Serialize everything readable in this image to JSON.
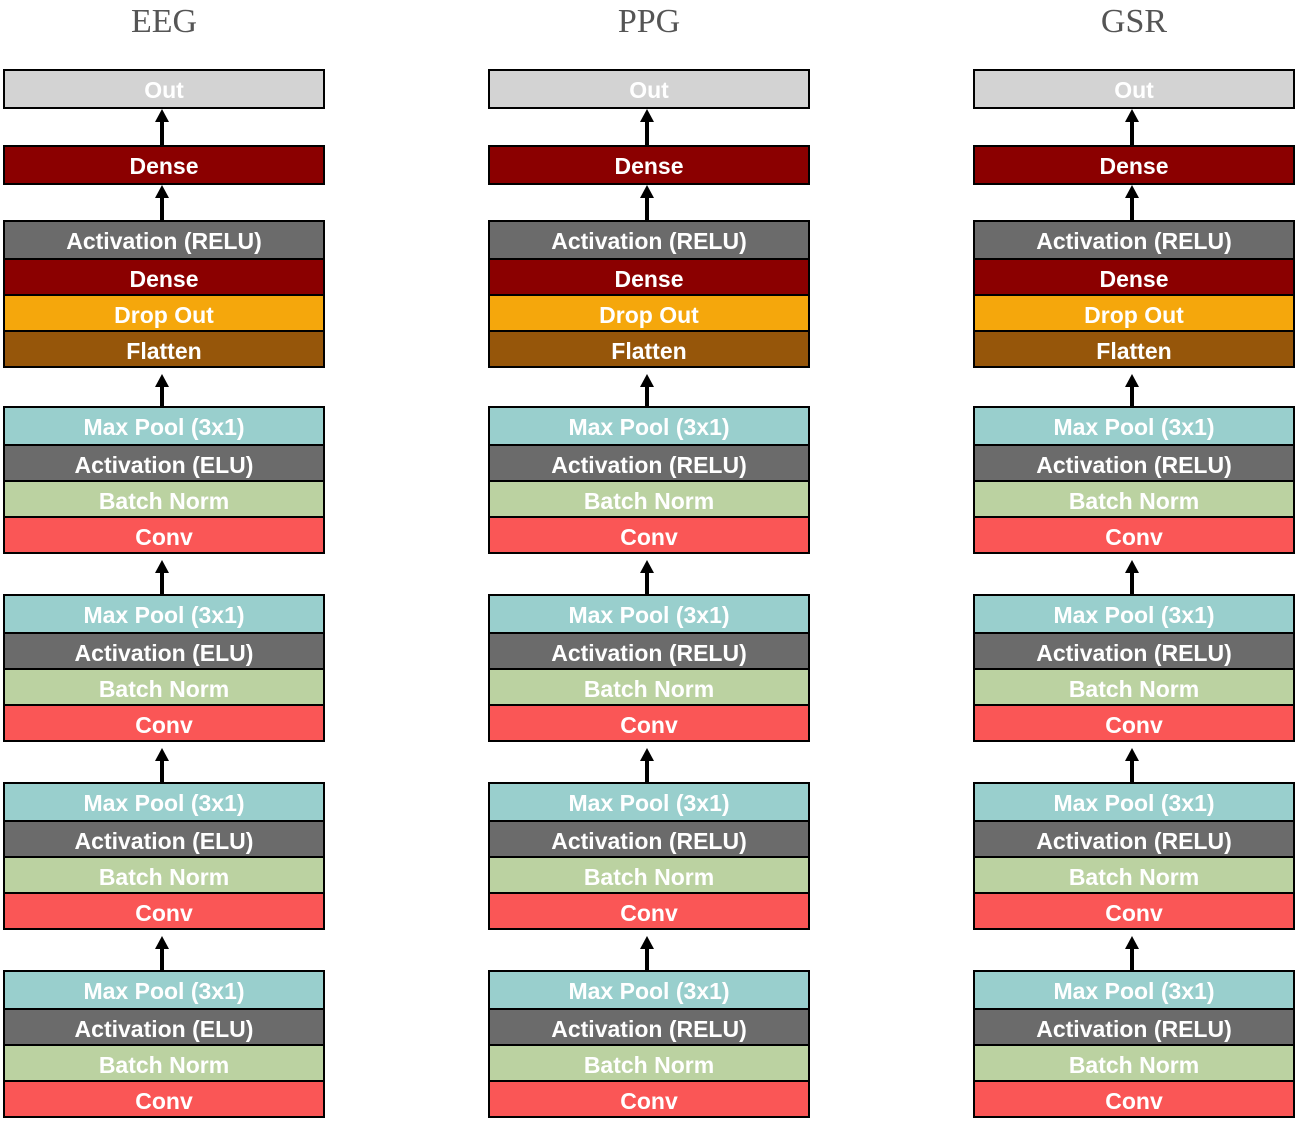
{
  "layer_colors": {
    "out": "#d3d3d3",
    "dense": "#8b0000",
    "activation": "#6b6b6b",
    "dropout": "#f5a70c",
    "flatten": "#96560a",
    "maxpool": "#99cfcd",
    "batchnorm": "#bbd2a1",
    "conv": "#fa5656"
  },
  "columns": [
    {
      "title": "EEG",
      "out": [
        {
          "label": "Out",
          "type": "out"
        }
      ],
      "dense_top": [
        {
          "label": "Dense",
          "type": "dense"
        }
      ],
      "head": [
        {
          "label": "Activation (RELU)",
          "type": "activation"
        },
        {
          "label": "Dense",
          "type": "dense"
        },
        {
          "label": "Drop Out",
          "type": "dropout"
        },
        {
          "label": "Flatten",
          "type": "flatten"
        }
      ],
      "conv_blocks": [
        [
          {
            "label": "Max Pool (3x1)",
            "type": "maxpool"
          },
          {
            "label": "Activation (ELU)",
            "type": "activation"
          },
          {
            "label": "Batch Norm",
            "type": "batchnorm"
          },
          {
            "label": "Conv",
            "type": "conv"
          }
        ],
        [
          {
            "label": "Max Pool (3x1)",
            "type": "maxpool"
          },
          {
            "label": "Activation (ELU)",
            "type": "activation"
          },
          {
            "label": "Batch Norm",
            "type": "batchnorm"
          },
          {
            "label": "Conv",
            "type": "conv"
          }
        ],
        [
          {
            "label": "Max Pool (3x1)",
            "type": "maxpool"
          },
          {
            "label": "Activation (ELU)",
            "type": "activation"
          },
          {
            "label": "Batch Norm",
            "type": "batchnorm"
          },
          {
            "label": "Conv",
            "type": "conv"
          }
        ],
        [
          {
            "label": "Max Pool (3x1)",
            "type": "maxpool"
          },
          {
            "label": "Activation (ELU)",
            "type": "activation"
          },
          {
            "label": "Batch Norm",
            "type": "batchnorm"
          },
          {
            "label": "Conv",
            "type": "conv"
          }
        ]
      ]
    },
    {
      "title": "PPG",
      "out": [
        {
          "label": "Out",
          "type": "out"
        }
      ],
      "dense_top": [
        {
          "label": "Dense",
          "type": "dense"
        }
      ],
      "head": [
        {
          "label": "Activation (RELU)",
          "type": "activation"
        },
        {
          "label": "Dense",
          "type": "dense"
        },
        {
          "label": "Drop Out",
          "type": "dropout"
        },
        {
          "label": "Flatten",
          "type": "flatten"
        }
      ],
      "conv_blocks": [
        [
          {
            "label": "Max Pool (3x1)",
            "type": "maxpool"
          },
          {
            "label": "Activation (RELU)",
            "type": "activation"
          },
          {
            "label": "Batch Norm",
            "type": "batchnorm"
          },
          {
            "label": "Conv",
            "type": "conv"
          }
        ],
        [
          {
            "label": "Max Pool (3x1)",
            "type": "maxpool"
          },
          {
            "label": "Activation (RELU)",
            "type": "activation"
          },
          {
            "label": "Batch Norm",
            "type": "batchnorm"
          },
          {
            "label": "Conv",
            "type": "conv"
          }
        ],
        [
          {
            "label": "Max Pool (3x1)",
            "type": "maxpool"
          },
          {
            "label": "Activation (RELU)",
            "type": "activation"
          },
          {
            "label": "Batch Norm",
            "type": "batchnorm"
          },
          {
            "label": "Conv",
            "type": "conv"
          }
        ],
        [
          {
            "label": "Max Pool (3x1)",
            "type": "maxpool"
          },
          {
            "label": "Activation (RELU)",
            "type": "activation"
          },
          {
            "label": "Batch Norm",
            "type": "batchnorm"
          },
          {
            "label": "Conv",
            "type": "conv"
          }
        ]
      ]
    },
    {
      "title": "GSR",
      "out": [
        {
          "label": "Out",
          "type": "out"
        }
      ],
      "dense_top": [
        {
          "label": "Dense",
          "type": "dense"
        }
      ],
      "head": [
        {
          "label": "Activation (RELU)",
          "type": "activation"
        },
        {
          "label": "Dense",
          "type": "dense"
        },
        {
          "label": "Drop Out",
          "type": "dropout"
        },
        {
          "label": "Flatten",
          "type": "flatten"
        }
      ],
      "conv_blocks": [
        [
          {
            "label": "Max Pool (3x1)",
            "type": "maxpool"
          },
          {
            "label": "Activation (RELU)",
            "type": "activation"
          },
          {
            "label": "Batch Norm",
            "type": "batchnorm"
          },
          {
            "label": "Conv",
            "type": "conv"
          }
        ],
        [
          {
            "label": "Max Pool (3x1)",
            "type": "maxpool"
          },
          {
            "label": "Activation (RELU)",
            "type": "activation"
          },
          {
            "label": "Batch Norm",
            "type": "batchnorm"
          },
          {
            "label": "Conv",
            "type": "conv"
          }
        ],
        [
          {
            "label": "Max Pool (3x1)",
            "type": "maxpool"
          },
          {
            "label": "Activation (RELU)",
            "type": "activation"
          },
          {
            "label": "Batch Norm",
            "type": "batchnorm"
          },
          {
            "label": "Conv",
            "type": "conv"
          }
        ],
        [
          {
            "label": "Max Pool (3x1)",
            "type": "maxpool"
          },
          {
            "label": "Activation (RELU)",
            "type": "activation"
          },
          {
            "label": "Batch Norm",
            "type": "batchnorm"
          },
          {
            "label": "Conv",
            "type": "conv"
          }
        ]
      ]
    }
  ]
}
